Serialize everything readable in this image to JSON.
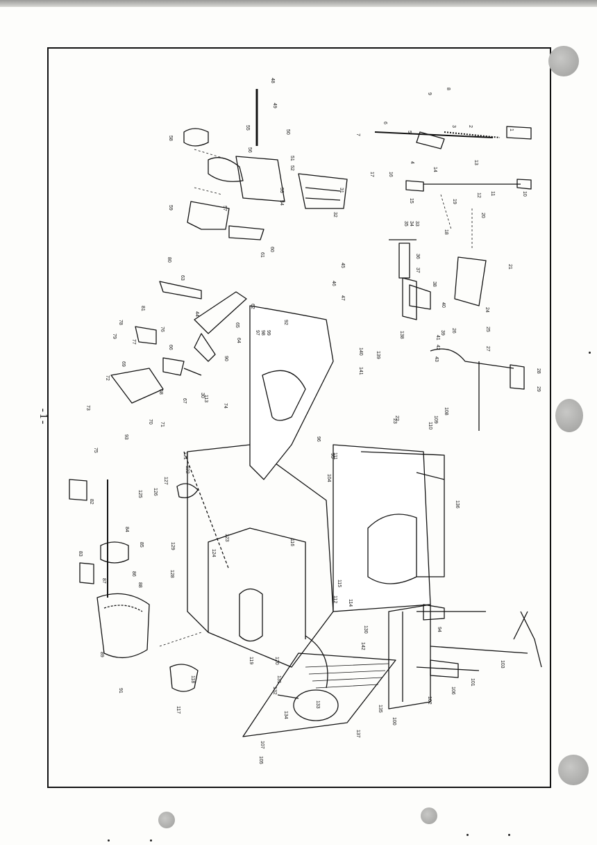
{
  "page": {
    "number": "-1-"
  },
  "diagram": {
    "callouts": [
      "1",
      "2",
      "3",
      "4",
      "5",
      "6",
      "7",
      "8",
      "9",
      "10",
      "11",
      "12",
      "13",
      "14",
      "15",
      "16",
      "17",
      "18",
      "19",
      "20",
      "21",
      "22",
      "23",
      "24",
      "25",
      "26",
      "27",
      "28",
      "29",
      "30",
      "31",
      "32",
      "33",
      "34",
      "35",
      "36",
      "37",
      "38",
      "39",
      "40",
      "41",
      "42",
      "43",
      "44",
      "45",
      "46",
      "47",
      "48",
      "49",
      "50",
      "51",
      "52",
      "53",
      "54",
      "55",
      "56",
      "57",
      "58",
      "59",
      "60",
      "61",
      "62",
      "63",
      "64",
      "65",
      "66",
      "67",
      "68",
      "69",
      "70",
      "71",
      "72",
      "73",
      "74",
      "75",
      "76",
      "77",
      "78",
      "79",
      "80",
      "81",
      "82",
      "83",
      "84",
      "85",
      "86",
      "87",
      "88",
      "89",
      "90",
      "91",
      "92",
      "93",
      "94",
      "95",
      "96",
      "97",
      "98",
      "99",
      "100",
      "101",
      "102",
      "103",
      "104",
      "105",
      "106",
      "107",
      "108",
      "109",
      "110",
      "111",
      "112",
      "113",
      "114",
      "115",
      "116",
      "117",
      "118",
      "119",
      "120",
      "121",
      "122",
      "123",
      "124",
      "125",
      "126",
      "127",
      "128",
      "129",
      "130",
      "131",
      "132",
      "133",
      "134",
      "135",
      "136",
      "137",
      "138",
      "139",
      "140",
      "141",
      "142"
    ]
  },
  "colors": {
    "ink": "#111111",
    "paper": "#fdfdfb",
    "hole": "#a8a8a6"
  }
}
